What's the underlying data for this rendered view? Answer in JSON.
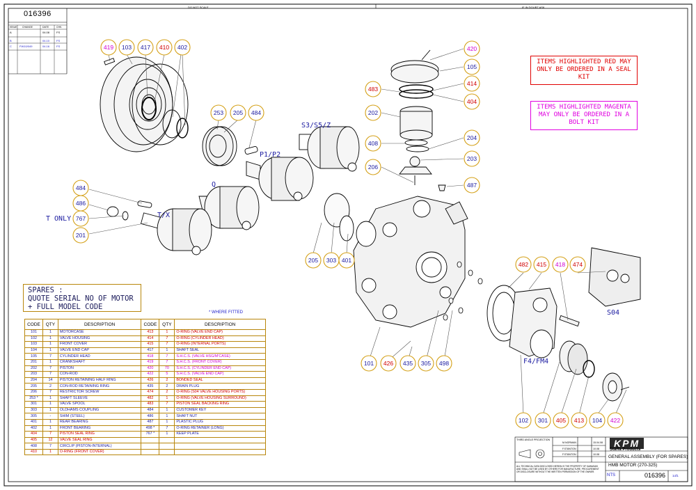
{
  "drawing": {
    "number": "016396",
    "top_center_note": "DO NOT SCALE",
    "top_right_note": "IF IN DOUBT ASK",
    "title_line1": "GENERAL ASSEMBLY (FOR SPARES)",
    "title_line2": "HMB MOTOR (270-325)",
    "company": "Staffa Products",
    "logo_text": "KPM",
    "revision": "1of1",
    "projection": "THIRD ANGLE PROJECTION",
    "scale": "NTS",
    "drawn_by": "M.NORMAN",
    "drawn_date": "15.04.08",
    "checked_by": "F.STANTON",
    "checked_date": "10.08",
    "approved_by": "F.STANTON",
    "approved_date": "10.08",
    "confidential_note": "ALL TECHNICAL DATA DISCLOSED HEREIN IS THE PROPERTY OF KAWASAKI AND SHALL NOT BE USED BY OTHERS FOR MANUFACTURE, PROCUREMENT OR DISCLOSURE WITHOUT THE WRITTEN PERMISSION OF THE OWNER."
  },
  "revisions": {
    "headers": [
      "ISSUE",
      "CHANGE",
      "DATE",
      "CHK."
    ],
    "rows": [
      {
        "issue": "A",
        "change": "",
        "date": "04.08",
        "chk": "FS"
      },
      {
        "issue": "B",
        "change": "",
        "date": "04.10",
        "chk": "FS"
      },
      {
        "issue": "C",
        "change": "FW10/049",
        "date": "04.16",
        "chk": "FS"
      }
    ]
  },
  "notes": {
    "red_kit": "ITEMS HIGHLIGHTED RED MAY ONLY BE ORDERED IN A SEAL KIT",
    "magenta_kit": "ITEMS HIGHLIGHTED MAGENTA MAY ONLY BE ORDERED IN A BOLT KIT",
    "spares_line1": "SPARES :",
    "spares_line2": "QUOTE SERIAL NO OF MOTOR",
    "spares_line3": "+ FULL MODEL CODE",
    "where_fitted": "* WHERE FITTED"
  },
  "assembly_labels": {
    "s3s5z": "S3/S5/Z",
    "p1p2": "P1/P2",
    "q": "Q",
    "tx": "T/X",
    "t_only": "T ONLY",
    "s04": "S04",
    "f4fm4": "F4/FM4"
  },
  "table": {
    "headers": [
      "CODE",
      "QTY",
      "DESCRIPTION",
      "CODE",
      "QTY",
      "DESCRIPTION"
    ],
    "left": [
      {
        "code": "101",
        "qty": "1",
        "desc": "MOTORCASE",
        "color": "blue"
      },
      {
        "code": "102",
        "qty": "1",
        "desc": "VALVE HOUSING",
        "color": "blue"
      },
      {
        "code": "103",
        "qty": "1",
        "desc": "FRONT COVER",
        "color": "blue"
      },
      {
        "code": "104",
        "qty": "1",
        "desc": "VALVE END CAP",
        "color": "blue"
      },
      {
        "code": "105",
        "qty": "7",
        "desc": "CYLINDER HEAD",
        "color": "blue"
      },
      {
        "code": "201",
        "qty": "1",
        "desc": "CRANKSHAFT",
        "color": "blue"
      },
      {
        "code": "202",
        "qty": "7",
        "desc": "PISTON",
        "color": "blue"
      },
      {
        "code": "203",
        "qty": "7",
        "desc": "CON-ROD",
        "color": "blue"
      },
      {
        "code": "204",
        "qty": "14",
        "desc": "PISTON RETAINING HALF RING",
        "color": "blue"
      },
      {
        "code": "205",
        "qty": "2",
        "desc": "CON-ROD RETAINING RING",
        "color": "blue"
      },
      {
        "code": "206",
        "qty": "7",
        "desc": "RESTRICTOR SCREW",
        "color": "blue"
      },
      {
        "code": "253 *",
        "qty": "1",
        "desc": "SHAFT SLEEVE",
        "color": "blue"
      },
      {
        "code": "301",
        "qty": "1",
        "desc": "VALVE SPOOL",
        "color": "blue"
      },
      {
        "code": "303",
        "qty": "1",
        "desc": "OLDHAMS COUPLING",
        "color": "blue"
      },
      {
        "code": "305",
        "qty": "-",
        "desc": "SHIM (STEEL)",
        "color": "blue"
      },
      {
        "code": "401",
        "qty": "1",
        "desc": "REAR BEARING",
        "color": "blue"
      },
      {
        "code": "402",
        "qty": "1",
        "desc": "FRONT BEARING",
        "color": "blue"
      },
      {
        "code": "404",
        "qty": "7",
        "desc": "PISTON SEAL RING",
        "color": "red"
      },
      {
        "code": "405",
        "qty": "12",
        "desc": "VALVE SEAL RING",
        "color": "red"
      },
      {
        "code": "408",
        "qty": "7",
        "desc": "CIRCLIP (PISTON-INTERNAL)",
        "color": "blue"
      },
      {
        "code": "410",
        "qty": "1",
        "desc": "O-RING (FRONT COVER)",
        "color": "red"
      }
    ],
    "right": [
      {
        "code": "413",
        "qty": "1",
        "desc": "O-RING (VALVE END CAP)",
        "color": "red"
      },
      {
        "code": "414",
        "qty": "7",
        "desc": "O-RING (CYLINDER HEAD)",
        "color": "red"
      },
      {
        "code": "415",
        "qty": "7",
        "desc": "O-RING (INTERNAL PORTS)",
        "color": "red"
      },
      {
        "code": "417",
        "qty": "1",
        "desc": "SHAFT SEAL",
        "color": "blue"
      },
      {
        "code": "418",
        "qty": "7",
        "desc": "S.H.C.S. (VALVE HSG/M'CASE)",
        "color": "mag"
      },
      {
        "code": "419",
        "qty": "7",
        "desc": "S.H.C.S. (FRONT COVER)",
        "color": "mag"
      },
      {
        "code": "420",
        "qty": "70",
        "desc": "S.H.C.S. (CYLINDER END CAP)",
        "color": "mag"
      },
      {
        "code": "422",
        "qty": "5",
        "desc": "S.H.C.S. (VALVE END CAP)",
        "color": "mag"
      },
      {
        "code": "426",
        "qty": "2",
        "desc": "BONDED SEAL",
        "color": "red"
      },
      {
        "code": "435",
        "qty": "2",
        "desc": "DRAIN PLUG",
        "color": "blue"
      },
      {
        "code": "474",
        "qty": "2",
        "desc": "O-RING (S04 VALVE HOUSING PORTS)",
        "color": "red"
      },
      {
        "code": "482",
        "qty": "1",
        "desc": "O-RING (VALVE HOUSING SURROUND)",
        "color": "red"
      },
      {
        "code": "483",
        "qty": "7",
        "desc": "PISTON SEAL BACKING RING",
        "color": "red"
      },
      {
        "code": "484",
        "qty": "1",
        "desc": "CUSTOMER KEY",
        "color": "blue"
      },
      {
        "code": "486",
        "qty": "1",
        "desc": "SHAFT NUT",
        "color": "blue"
      },
      {
        "code": "487",
        "qty": "1",
        "desc": "PLASTIC PLUG",
        "color": "blue"
      },
      {
        "code": "498 *",
        "qty": "7",
        "desc": "O-RING RETAINER (LONG)",
        "color": "blue"
      },
      {
        "code": "767 *",
        "qty": "1",
        "desc": "KEEP PLATE",
        "color": "blue"
      },
      {
        "code": "",
        "qty": "",
        "desc": "",
        "color": "blue"
      },
      {
        "code": "",
        "qty": "",
        "desc": "",
        "color": "blue"
      },
      {
        "code": "",
        "qty": "",
        "desc": "",
        "color": "blue"
      }
    ]
  },
  "balloons": [
    {
      "id": "b419",
      "label": "419",
      "color": "#d000d0"
    },
    {
      "id": "b103",
      "label": "103",
      "color": "#1a1aa0"
    },
    {
      "id": "b417",
      "label": "417",
      "color": "#1a1aa0"
    },
    {
      "id": "b410",
      "label": "410",
      "color": "#d00000"
    },
    {
      "id": "b402",
      "label": "402",
      "color": "#1a1aa0"
    },
    {
      "id": "b253",
      "label": "253",
      "color": "#1a1aa0"
    },
    {
      "id": "b205a",
      "label": "205",
      "color": "#1a1aa0"
    },
    {
      "id": "b484a",
      "label": "484",
      "color": "#1a1aa0"
    },
    {
      "id": "b420",
      "label": "420",
      "color": "#d000d0"
    },
    {
      "id": "b105",
      "label": "105",
      "color": "#1a1aa0"
    },
    {
      "id": "b414",
      "label": "414",
      "color": "#d00000"
    },
    {
      "id": "b483",
      "label": "483",
      "color": "#d00000"
    },
    {
      "id": "b404",
      "label": "404",
      "color": "#d00000"
    },
    {
      "id": "b202",
      "label": "202",
      "color": "#1a1aa0"
    },
    {
      "id": "b408",
      "label": "408",
      "color": "#1a1aa0"
    },
    {
      "id": "b204",
      "label": "204",
      "color": "#1a1aa0"
    },
    {
      "id": "b203",
      "label": "203",
      "color": "#1a1aa0"
    },
    {
      "id": "b206",
      "label": "206",
      "color": "#1a1aa0"
    },
    {
      "id": "b487",
      "label": "487",
      "color": "#1a1aa0"
    },
    {
      "id": "b484b",
      "label": "484",
      "color": "#1a1aa0"
    },
    {
      "id": "b486",
      "label": "486",
      "color": "#1a1aa0"
    },
    {
      "id": "b767",
      "label": "767",
      "color": "#1a1aa0"
    },
    {
      "id": "b201",
      "label": "201",
      "color": "#1a1aa0"
    },
    {
      "id": "b205b",
      "label": "205",
      "color": "#1a1aa0"
    },
    {
      "id": "b303",
      "label": "303",
      "color": "#1a1aa0"
    },
    {
      "id": "b401",
      "label": "401",
      "color": "#1a1aa0"
    },
    {
      "id": "b482",
      "label": "482",
      "color": "#d00000"
    },
    {
      "id": "b415",
      "label": "415",
      "color": "#d00000"
    },
    {
      "id": "b418",
      "label": "418",
      "color": "#d000d0"
    },
    {
      "id": "b474",
      "label": "474",
      "color": "#d00000"
    },
    {
      "id": "b101",
      "label": "101",
      "color": "#1a1aa0"
    },
    {
      "id": "b426",
      "label": "426",
      "color": "#d00000"
    },
    {
      "id": "b435",
      "label": "435",
      "color": "#1a1aa0"
    },
    {
      "id": "b305",
      "label": "305",
      "color": "#1a1aa0"
    },
    {
      "id": "b498",
      "label": "498",
      "color": "#1a1aa0"
    },
    {
      "id": "b102",
      "label": "102",
      "color": "#1a1aa0"
    },
    {
      "id": "b301",
      "label": "301",
      "color": "#1a1aa0"
    },
    {
      "id": "b405",
      "label": "405",
      "color": "#d00000"
    },
    {
      "id": "b413",
      "label": "413",
      "color": "#d00000"
    },
    {
      "id": "b104",
      "label": "104",
      "color": "#1a1aa0"
    },
    {
      "id": "b422",
      "label": "422",
      "color": "#d000d0"
    }
  ],
  "colors": {
    "balloon_ring": "#d4a017",
    "blue": "#1a1aa0",
    "red": "#d00000",
    "magenta": "#d000d0",
    "kit_box_red": "#e00000",
    "kit_box_magenta": "#e000e0"
  }
}
